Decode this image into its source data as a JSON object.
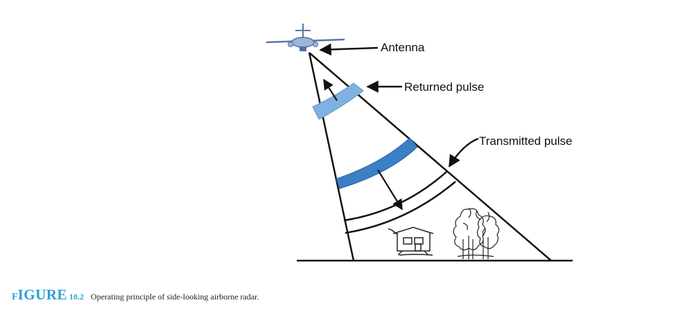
{
  "labels": {
    "antenna": "Antenna",
    "returned_pulse": "Returned pulse",
    "transmitted_pulse": "Transmitted pulse"
  },
  "caption": {
    "prefix": "F",
    "word": "IGURE",
    "number": "10.2",
    "text": "Operating principle of side-looking airborne radar."
  },
  "colors": {
    "pulse_fill": "#3b7fc4",
    "returned_fill": "#7fb2e0",
    "caption_accent": "#2a9fd6",
    "line": "#111111"
  },
  "icons": {
    "aircraft": "airplane-icon",
    "house": "house-icon",
    "trees": "trees-icon"
  }
}
